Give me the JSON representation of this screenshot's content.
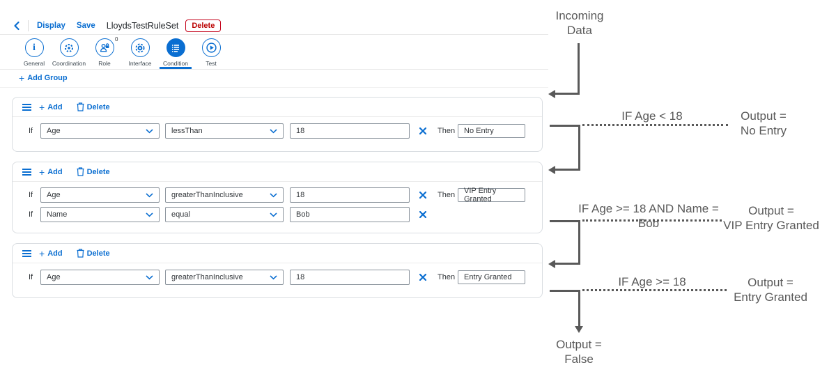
{
  "header": {
    "display_label": "Display",
    "save_label": "Save",
    "title": "LloydsTestRuleSet",
    "delete_label": "Delete"
  },
  "tabs": [
    {
      "label": "General"
    },
    {
      "label": "Coordination"
    },
    {
      "label": "Role",
      "badge": "0"
    },
    {
      "label": "Interface"
    },
    {
      "label": "Condition",
      "active": true
    },
    {
      "label": "Test"
    }
  ],
  "add_group_label": "Add Group",
  "groups": [
    {
      "add_label": "Add",
      "delete_label": "Delete",
      "rows": [
        {
          "if_label": "If",
          "field": "Age",
          "operator": "lessThan",
          "value": "18",
          "then_label": "Then",
          "output": "No Entry"
        }
      ]
    },
    {
      "add_label": "Add",
      "delete_label": "Delete",
      "rows": [
        {
          "if_label": "If",
          "field": "Age",
          "operator": "greaterThanInclusive",
          "value": "18",
          "then_label": "Then",
          "output": "VIP Entry Granted"
        },
        {
          "if_label": "If",
          "field": "Name",
          "operator": "equal",
          "value": "Bob"
        }
      ]
    },
    {
      "add_label": "Add",
      "delete_label": "Delete",
      "rows": [
        {
          "if_label": "If",
          "field": "Age",
          "operator": "greaterThanInclusive",
          "value": "18",
          "then_label": "Then",
          "output": "Entry Granted"
        }
      ]
    }
  ],
  "annotations": {
    "incoming": {
      "line1": "Incoming",
      "line2": "Data"
    },
    "rules": [
      {
        "condition": "IF Age < 18",
        "output_line1": "Output =",
        "output_line2": "No Entry"
      },
      {
        "condition": "IF Age >= 18 AND Name = Bob",
        "output_line1": "Output =",
        "output_line2": "VIP Entry Granted"
      },
      {
        "condition": "IF Age >= 18",
        "output_line1": "Output =",
        "output_line2": "Entry Granted"
      }
    ],
    "fallback": {
      "line1": "Output =",
      "line2": "False"
    }
  },
  "colors": {
    "accent": "#0a6ed1",
    "danger": "#bb0000",
    "annotation_gray": "#595959"
  }
}
